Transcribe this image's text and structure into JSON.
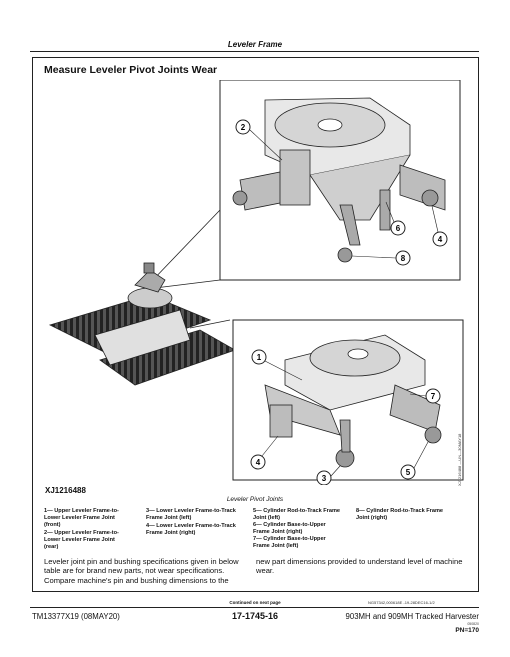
{
  "header": {
    "title": "Leveler Frame"
  },
  "section": {
    "title": "Measure Leveler Pivot Joints Wear"
  },
  "figure": {
    "reference": "XJ1216488",
    "caption": "Leveler Pivot Joints",
    "vertical_code": "XJ1216488 —UN—30MAY18",
    "callouts": {
      "top": [
        "2",
        "4",
        "6",
        "8"
      ],
      "bottom": [
        "1",
        "7",
        "4",
        "3",
        "5"
      ]
    },
    "legend": [
      {
        "text": "1— Upper Leveler Frame-to-\nLower Leveler Frame Joint\n(front)"
      },
      {
        "text": "2— Upper Leveler Frame-to-\nLower Leveler Frame Joint\n(rear)"
      },
      {
        "text": "3— Lower Leveler Frame-to-Track\nFrame Joint (left)"
      },
      {
        "text": "4— Lower Leveler Frame-to-Track\nFrame Joint (right)"
      },
      {
        "text": "5— Cylinder Rod-to-Track Frame\nJoint (left)"
      },
      {
        "text": "6— Cylinder Base-to-Upper\nFrame Joint (right)"
      },
      {
        "text": "7— Cylinder Base-to-Upper\nFrame Joint (left)"
      },
      {
        "text": "8— Cylinder Rod-to-Track Frame\nJoint (right)"
      }
    ]
  },
  "body": {
    "left": "Leveler joint pin and bushing specifications given in below table are for brand new parts, not wear specifications. Compare machine's pin and bushing dimensions to the",
    "right": "new part dimensions provided to understand level of machine wear."
  },
  "continued": "Continued on next page",
  "cross_ref": "NG57342,000618E -19-28DEC16-1/2",
  "footer": {
    "left": "TM13377X19 (08MAY20)",
    "center": "17-1745-16",
    "right": "903MH and 909MH Tracked Harvester",
    "date_code": "050820",
    "pn": "PN=170"
  }
}
